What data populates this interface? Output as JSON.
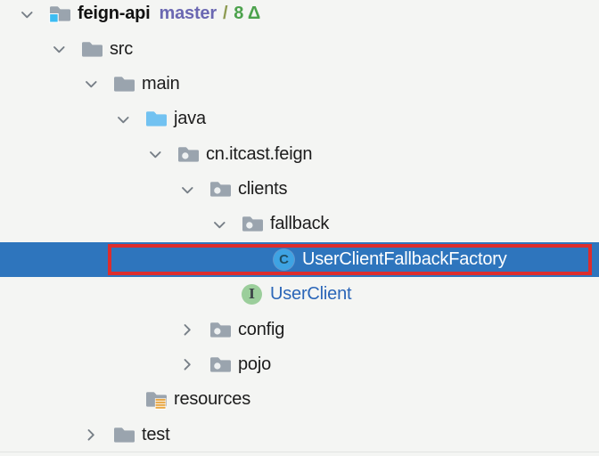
{
  "panel": {
    "kind": "ide-project-tree",
    "background": "#F4F5F3"
  },
  "tree": {
    "rows": [
      {
        "id": "feign-api",
        "level": 0,
        "chevron": "expanded",
        "icon": "project-folder-icon",
        "label": "feign-api",
        "bold": true,
        "badges": [
          {
            "text": "master",
            "color": "#6B68B2"
          },
          {
            "text": "/",
            "color": "#8E9B52"
          },
          {
            "text": "8 Δ",
            "color": "#4CA24C"
          }
        ]
      },
      {
        "id": "src",
        "level": 1,
        "chevron": "expanded",
        "icon": "folder-icon",
        "label": "src"
      },
      {
        "id": "main",
        "level": 2,
        "chevron": "expanded",
        "icon": "folder-icon",
        "label": "main"
      },
      {
        "id": "java",
        "level": 3,
        "chevron": "expanded",
        "icon": "source-root-folder-icon",
        "label": "java"
      },
      {
        "id": "cn-itcast-feign",
        "level": 4,
        "chevron": "expanded",
        "icon": "package-folder-icon",
        "label": "cn.itcast.feign"
      },
      {
        "id": "clients",
        "level": 5,
        "chevron": "expanded",
        "icon": "package-folder-icon",
        "label": "clients"
      },
      {
        "id": "fallback",
        "level": 6,
        "chevron": "expanded",
        "icon": "package-folder-icon",
        "label": "fallback"
      },
      {
        "id": "user-client-fallback-factory",
        "level": 7,
        "chevron": "none",
        "icon": "class-icon",
        "label": "UserClientFallbackFactory",
        "selected": true
      },
      {
        "id": "user-client",
        "level": 6,
        "chevron": "none",
        "icon": "interface-icon",
        "label": "UserClient",
        "label_color": "#2B66B8"
      },
      {
        "id": "config",
        "level": 5,
        "chevron": "collapsed",
        "icon": "package-folder-icon",
        "label": "config"
      },
      {
        "id": "pojo",
        "level": 5,
        "chevron": "collapsed",
        "icon": "package-folder-icon",
        "label": "pojo"
      },
      {
        "id": "resources",
        "level": 3,
        "chevron": "none",
        "icon": "resources-folder-icon",
        "label": "resources"
      },
      {
        "id": "test",
        "level": 2,
        "chevron": "collapsed",
        "icon": "folder-icon",
        "label": "test"
      }
    ],
    "selection": {
      "row": "UserClientFallbackFactory",
      "background": "#2E75BD",
      "text_color": "#FFFFFF"
    },
    "annotation": {
      "shape": "rectangle",
      "color": "#DC2D2D",
      "target": "UserClientFallbackFactory"
    }
  },
  "icons": {
    "class_letter": "C",
    "interface_letter": "I"
  },
  "colors": {
    "background": "#F4F5F3",
    "folder_gray": "#9AA4AE",
    "source_root_blue": "#72C2F1",
    "project_badge_blue": "#3CBCF2",
    "package_dot": "#EEF1F2",
    "resources_lines_yellow": "#E8A53E",
    "class_circle": "#3EA3E3",
    "class_letter_color": "#1F4E63",
    "interface_circle": "#9BCE9B",
    "interface_letter_color": "#3E4649",
    "chevron_gray": "#777F87",
    "label_text": "#1C1C1C",
    "git_modified_blue": "#2B66B8",
    "branch_purple": "#6B68B2",
    "branch_slash": "#8E9B52",
    "git_count_green": "#4CA24C",
    "selection_blue": "#2E75BD",
    "annotation_red": "#DC2D2D"
  }
}
